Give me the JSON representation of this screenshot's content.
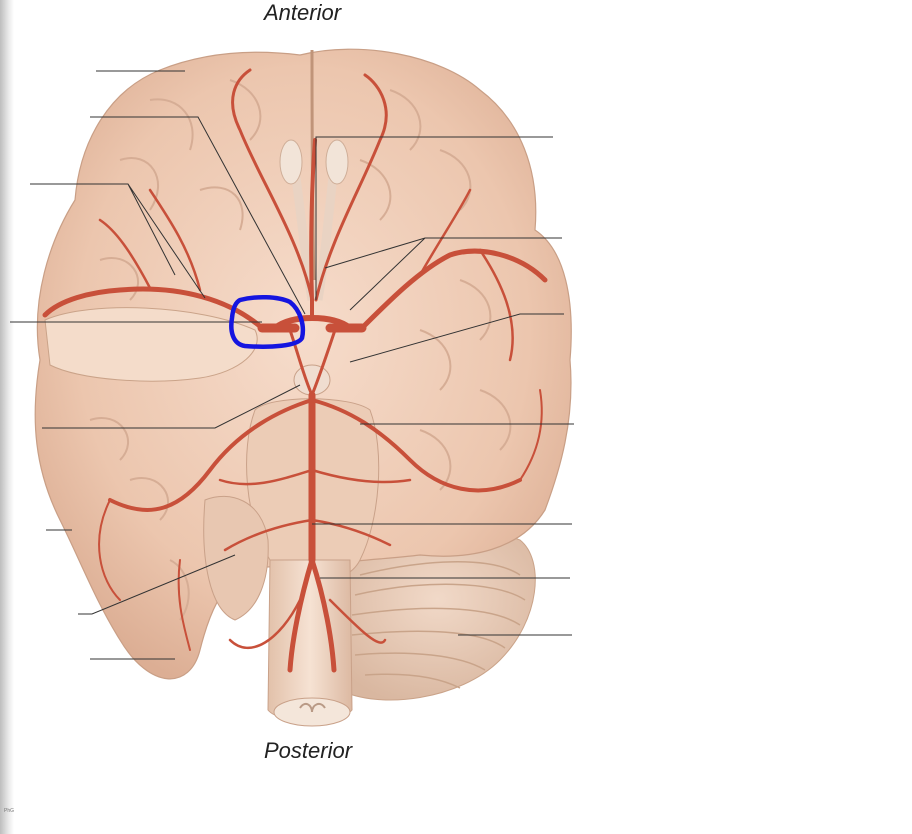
{
  "captions": {
    "anterior": "Anterior",
    "posterior": "Posterior",
    "credit": "PhG"
  },
  "highlight": {
    "color": "#1515e0"
  },
  "colors": {
    "artery": "#c8503a",
    "brain": "#efcdb7",
    "leader_line": "#333333"
  },
  "labels": {
    "left_count": 8,
    "right_count": 7
  }
}
